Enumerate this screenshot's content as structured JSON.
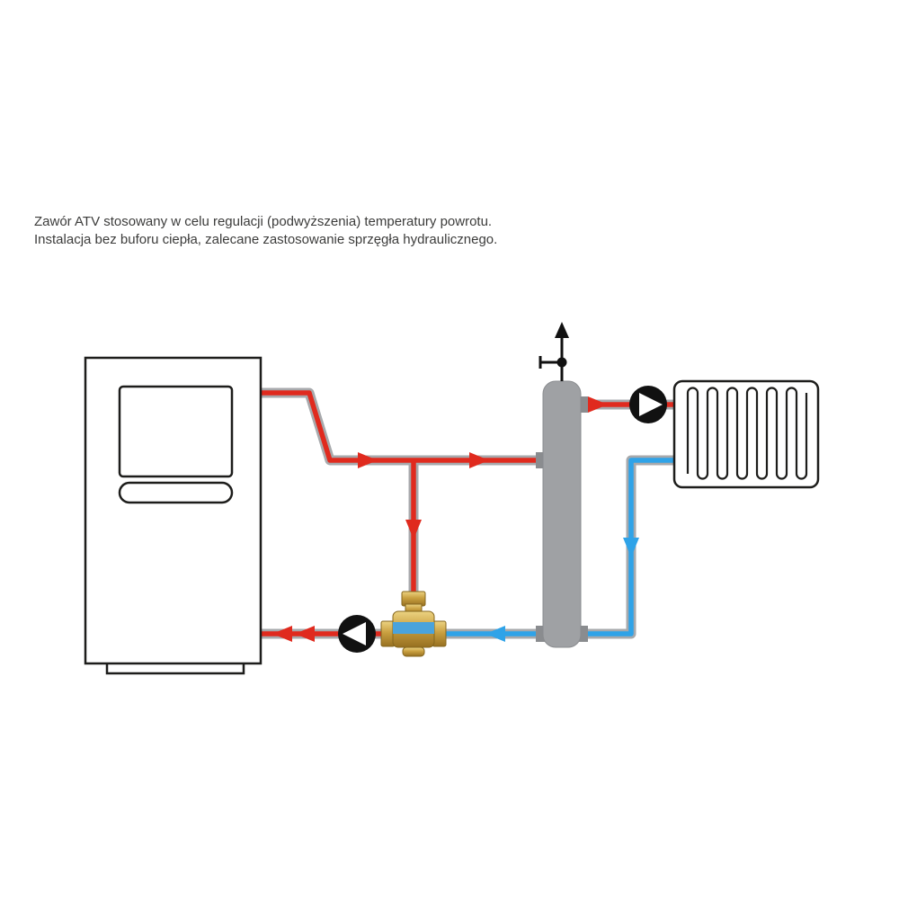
{
  "caption": {
    "line1": "Zawór ATV stosowany w celu regulacji (podwyższenia) temperatury powrotu.",
    "line2": "Instalacja bez buforu ciepła, zalecane zastosowanie sprzęgła hydraulicznego."
  },
  "components": [
    "boiler",
    "atv-mixing-valve",
    "hydraulic-separator",
    "air-vent",
    "circulation-pump-primary",
    "circulation-pump-secondary",
    "radiator-coil",
    "supply-pipe-hot",
    "return-pipe-cold",
    "bypass-pipe-hot",
    "flow-arrows"
  ],
  "colors": {
    "supply_red": "#e02a1e",
    "return_blue": "#2fa3e8",
    "pipe_casing": "#a7a9ac",
    "separator_gray": "#9fa1a4",
    "brass_light": "#ecd382",
    "brass_mid": "#c9a040",
    "brass_dark": "#977021",
    "valve_band_blue": "#4aa3dc",
    "symbol_black": "#111111",
    "outline_black": "#1d1d1b",
    "text": "#3c3c3b",
    "background": "#ffffff"
  }
}
